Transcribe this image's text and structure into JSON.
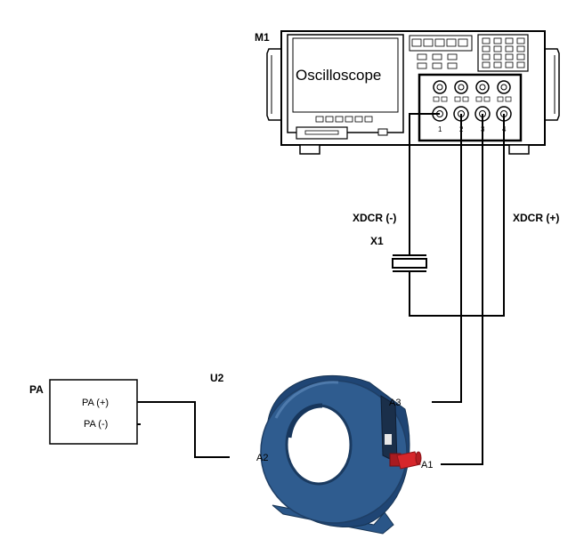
{
  "labels": {
    "m1": "M1",
    "oscilloscope": "Oscilloscope",
    "xdcr_minus": "XDCR (-)",
    "xdcr_plus": "XDCR (+)",
    "x1": "X1",
    "pa": "PA",
    "pa_plus": "PA (+)",
    "pa_minus": "PA (-)",
    "u2": "U2",
    "a1": "A1",
    "a2": "A2",
    "a3": "A3"
  },
  "channels": [
    "1",
    "2",
    "3",
    "4"
  ],
  "colors": {
    "line": "#000000",
    "sensor_body": "#2f5c8f",
    "sensor_dark": "#1f3f66",
    "connector_red": "#d7262b"
  }
}
